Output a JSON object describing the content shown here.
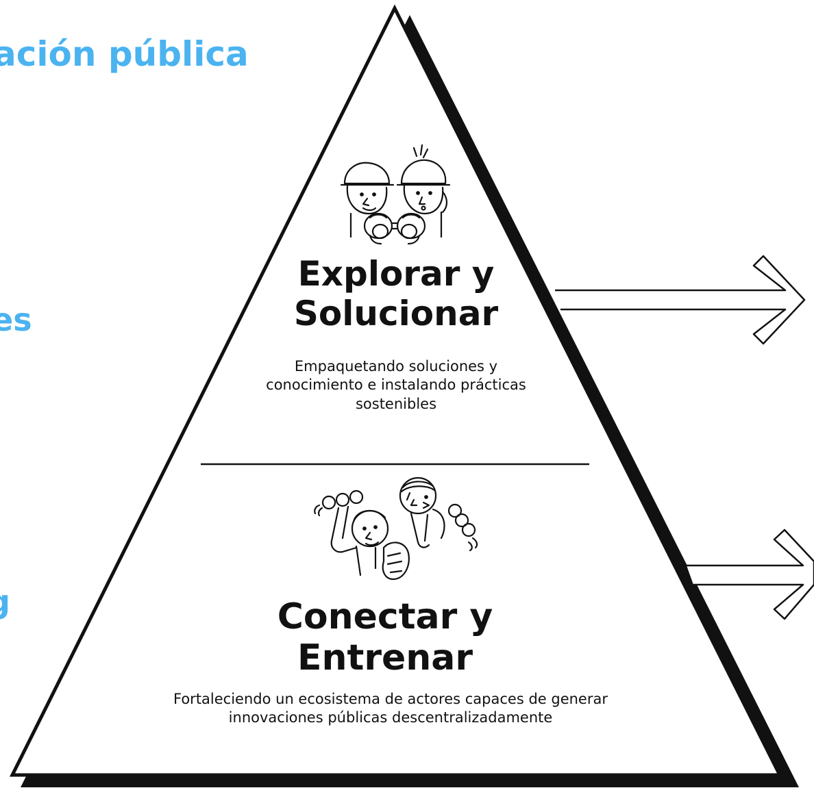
{
  "left_labels": {
    "top": "ación pública",
    "middle": "es",
    "bottom": "g"
  },
  "pyramid": {
    "top_section": {
      "title_line1": "Explorar y",
      "title_line2": "Solucionar",
      "description": "Empaquetando soluciones y conocimiento e instalando prácticas sostenibles",
      "illustration": "explorers-with-binoculars-icon"
    },
    "bottom_section": {
      "title_line1": "Conectar y",
      "title_line2": "Entrenar",
      "description": "Fortaleciendo un ecosistema de actores capaces de generar innovaciones públicas descentralizadamente",
      "illustration": "people-lifting-dumbbells-icon"
    }
  },
  "colors": {
    "accent_blue": "#4bb3f0",
    "ink": "#111111"
  }
}
